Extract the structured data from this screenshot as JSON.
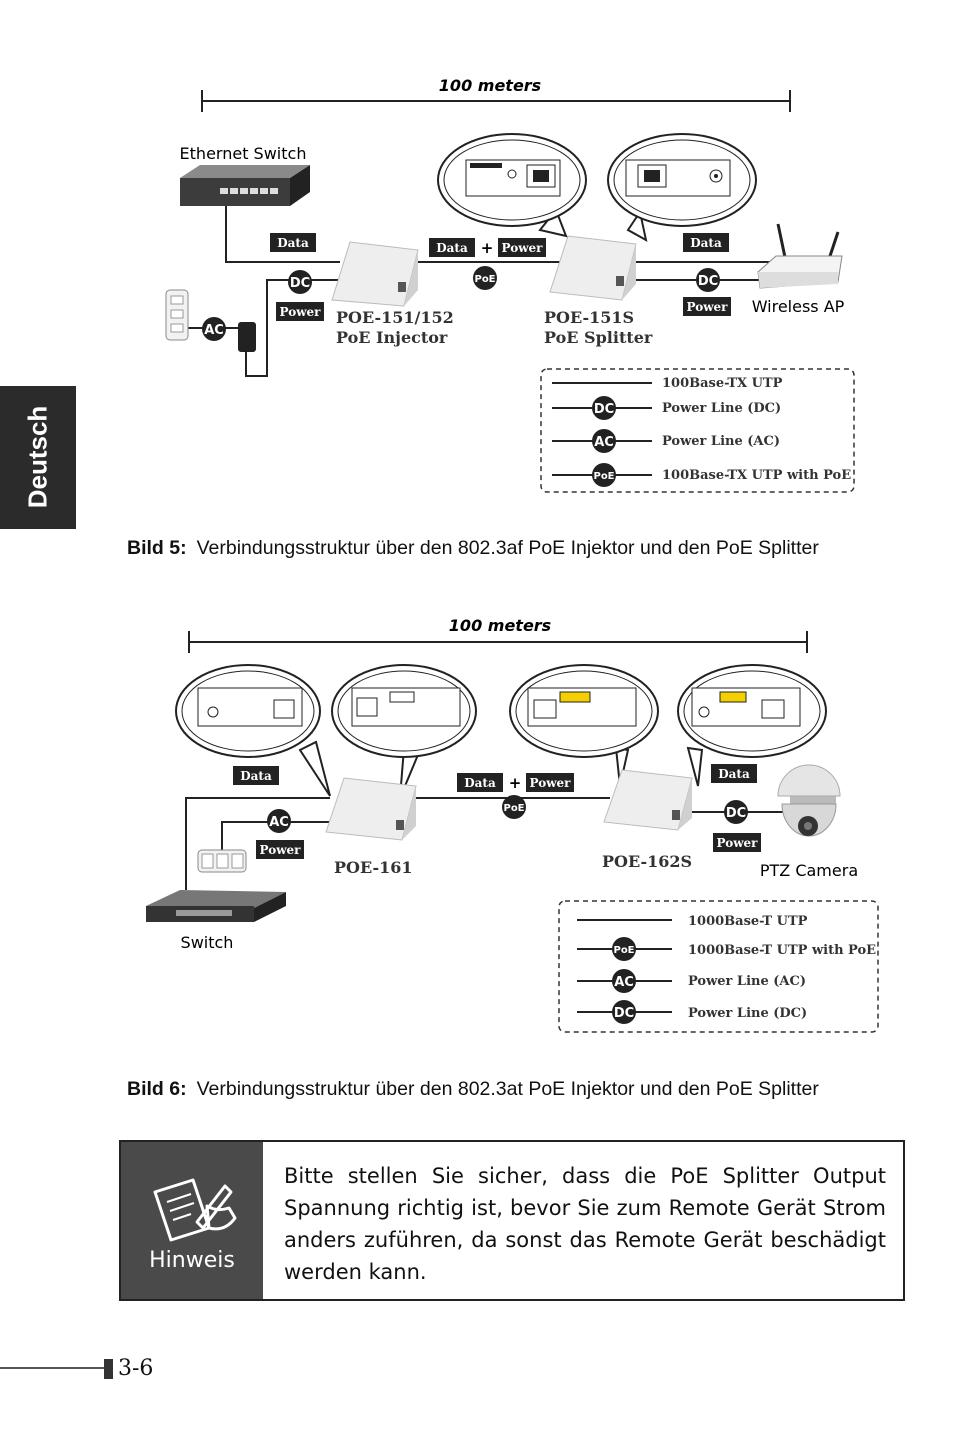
{
  "side_tab": "Deutsch",
  "figure5": {
    "distance": "100 meters",
    "ethernet_switch": "Ethernet Switch",
    "wireless_ap": "Wireless AP",
    "tag_data": "Data",
    "tag_power": "Power",
    "plus": "+",
    "dc": "DC",
    "ac": "AC",
    "poe": "PoE",
    "injector_model": "POE-151/152",
    "injector_name": "PoE Injector",
    "splitter_model": "POE-151S",
    "splitter_name": "PoE Splitter",
    "legend": [
      "100Base-TX UTP",
      "Power Line (DC)",
      "Power Line (AC)",
      "100Base-TX UTP with PoE"
    ],
    "caption_label": "Bild 5:",
    "caption_text": "Verbindungsstruktur über den 802.3af PoE Injektor und den PoE Splitter"
  },
  "figure6": {
    "distance": "100 meters",
    "switch": "Switch",
    "ptz_camera": "PTZ Camera",
    "tag_data": "Data",
    "tag_power": "Power",
    "plus": "+",
    "dc": "DC",
    "ac": "AC",
    "poe": "PoE",
    "injector_model": "POE-161",
    "splitter_model": "POE-162S",
    "legend": [
      "1000Base-T UTP",
      "1000Base-T UTP with PoE",
      "Power Line (AC)",
      "Power Line (DC)"
    ],
    "caption_label": "Bild 6:",
    "caption_text": "Verbindungsstruktur über den 802.3at PoE Injektor und den PoE Splitter"
  },
  "note": {
    "label": "Hinweis",
    "text": "Bitte stellen Sie sicher, dass die PoE Splitter Output Spannung richtig ist, bevor Sie zum Remote Gerät Strom anders zuführen, da sonst das Remote Gerät beschädigt werden kann."
  },
  "page_number": "3-6"
}
